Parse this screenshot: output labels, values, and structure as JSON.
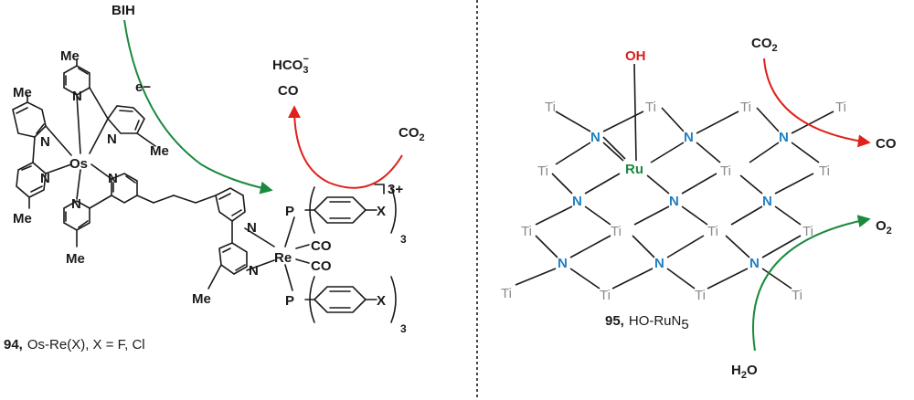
{
  "left_panel": {
    "caption_number": "94,",
    "caption_text": "Os-Re(X), X = F,  Cl",
    "donor": "BIH",
    "electron": "e−",
    "metal_os": "Os",
    "metal_re": "Re",
    "methyl": "Me",
    "pyridine_n": "N",
    "phosphorus": "P",
    "halide": "X",
    "carbonyl": "CO",
    "charge": "3+",
    "subscript_3": "3",
    "product_bicarbonate": "HCO",
    "bicarbonate_sub": "3",
    "bicarbonate_sup": "−",
    "product_co": "CO",
    "reactant_co2": "CO",
    "co2_sub": "2"
  },
  "right_panel": {
    "caption_number": "95,",
    "caption_text": "HO-RuN",
    "caption_sub": "5",
    "hydroxyl": "OH",
    "ruthenium": "Ru",
    "titanium": "Ti",
    "nitrogen": "N",
    "reactant_co2": "CO",
    "co2_sub": "2",
    "product_co": "CO",
    "product_o2": "O",
    "o2_sub": "2",
    "reactant_h2o_h": "H",
    "h2o_sub": "2",
    "h2o_o": "O"
  },
  "colors": {
    "red_arrow": "#e0201b",
    "green_arrow": "#1a8a3c",
    "nitrogen_blue": "#1f7fc0",
    "titanium_gray": "#8a8a8a",
    "oh_red": "#d62020",
    "ru_green": "#1a8a3c"
  }
}
